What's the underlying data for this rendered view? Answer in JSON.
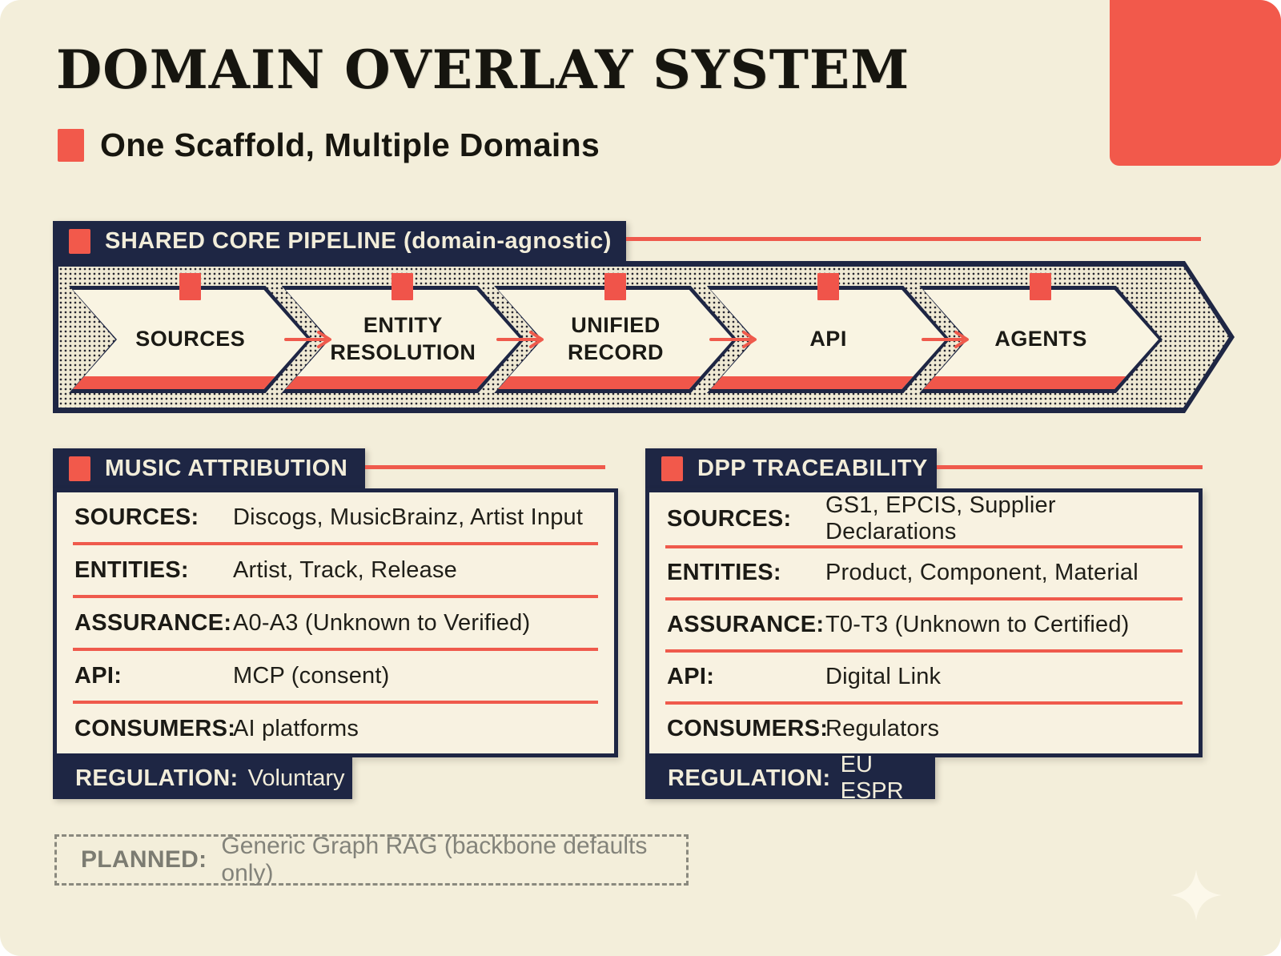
{
  "title": "DOMAIN OVERLAY SYSTEM",
  "subtitle": "One Scaffold, Multiple Domains",
  "colors": {
    "navy": "#1e2644",
    "red": "#f2594b",
    "cream": "#f3eeda",
    "panel": "#f8f2e1",
    "ink": "#1b1a15",
    "gray": "#7c7c72"
  },
  "pipeline": {
    "header": "SHARED CORE PIPELINE (domain-agnostic)",
    "stages": [
      {
        "label": "SOURCES"
      },
      {
        "label": "ENTITY RESOLUTION"
      },
      {
        "label": "UNIFIED RECORD"
      },
      {
        "label": "API"
      },
      {
        "label": "AGENTS"
      }
    ]
  },
  "domains": [
    {
      "header": "MUSIC ATTRIBUTION",
      "rows": [
        {
          "label": "SOURCES:",
          "value": "Discogs, MusicBrainz, Artist Input"
        },
        {
          "label": "ENTITIES:",
          "value": "Artist, Track, Release"
        },
        {
          "label": "ASSURANCE:",
          "value": "A0-A3 (Unknown to Verified)"
        },
        {
          "label": "API:",
          "value": "MCP (consent)"
        },
        {
          "label": "CONSUMERS:",
          "value": "AI platforms"
        }
      ],
      "regulation": {
        "label": "REGULATION:",
        "value": "Voluntary"
      }
    },
    {
      "header": "DPP TRACEABILITY",
      "rows": [
        {
          "label": "SOURCES:",
          "value": "GS1, EPCIS, Supplier Declarations"
        },
        {
          "label": "ENTITIES:",
          "value": "Product, Component, Material"
        },
        {
          "label": "ASSURANCE:",
          "value": "T0-T3 (Unknown to Certified)"
        },
        {
          "label": "API:",
          "value": "Digital Link"
        },
        {
          "label": "CONSUMERS:",
          "value": "Regulators"
        }
      ],
      "regulation": {
        "label": "REGULATION:",
        "value": "EU ESPR"
      }
    }
  ],
  "planned": {
    "label": "PLANNED:",
    "value": "Generic Graph RAG (backbone defaults only)"
  }
}
